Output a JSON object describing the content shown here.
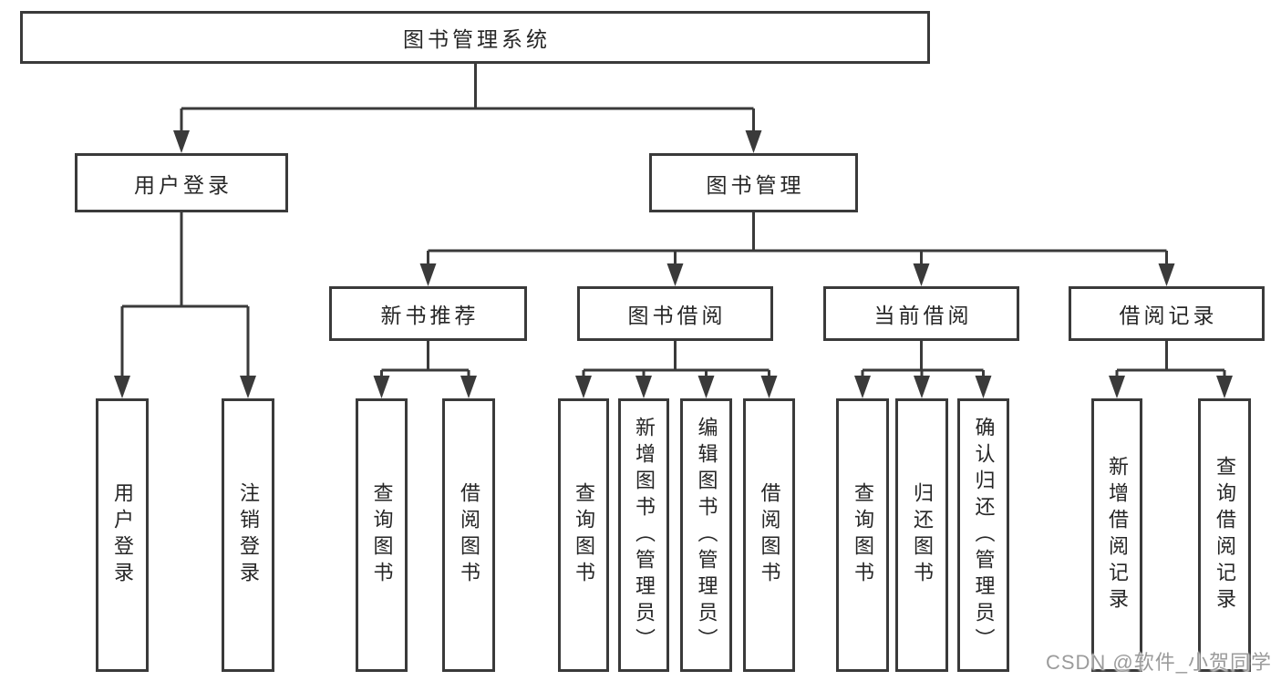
{
  "diagram": {
    "root": {
      "label": "图书管理系统"
    },
    "level2": [
      {
        "id": "user-login",
        "label": "用户登录"
      },
      {
        "id": "book-management",
        "label": "图书管理"
      }
    ],
    "level3": [
      {
        "id": "new-book-recommend",
        "parent": "图书管理",
        "label": "新书推荐"
      },
      {
        "id": "book-borrow",
        "parent": "图书管理",
        "label": "图书借阅"
      },
      {
        "id": "current-borrow",
        "parent": "图书管理",
        "label": "当前借阅"
      },
      {
        "id": "borrow-records",
        "parent": "图书管理",
        "label": "借阅记录"
      }
    ],
    "leaves": [
      {
        "parent": "用户登录",
        "label": "用户登录"
      },
      {
        "parent": "用户登录",
        "label": "注销登录"
      },
      {
        "parent": "新书推荐",
        "label": "查询图书"
      },
      {
        "parent": "新书推荐",
        "label": "借阅图书"
      },
      {
        "parent": "图书借阅",
        "label": "查询图书"
      },
      {
        "parent": "图书借阅",
        "label": "新增图书（管理员）"
      },
      {
        "parent": "图书借阅",
        "label": "编辑图书（管理员）"
      },
      {
        "parent": "图书借阅",
        "label": "借阅图书"
      },
      {
        "parent": "当前借阅",
        "label": "查询图书"
      },
      {
        "parent": "当前借阅",
        "label": "归还图书"
      },
      {
        "parent": "当前借阅",
        "label": "确认归还（管理员）"
      },
      {
        "parent": "借阅记录",
        "label": "新增借阅记录"
      },
      {
        "parent": "借阅记录",
        "label": "查询借阅记录"
      }
    ]
  },
  "watermark": {
    "text": "CSDN @软件_小贺同学"
  },
  "colors": {
    "line": "#3a3a3a",
    "text": "#262626",
    "background": "#ffffff",
    "watermark": "#9b9b9b"
  }
}
